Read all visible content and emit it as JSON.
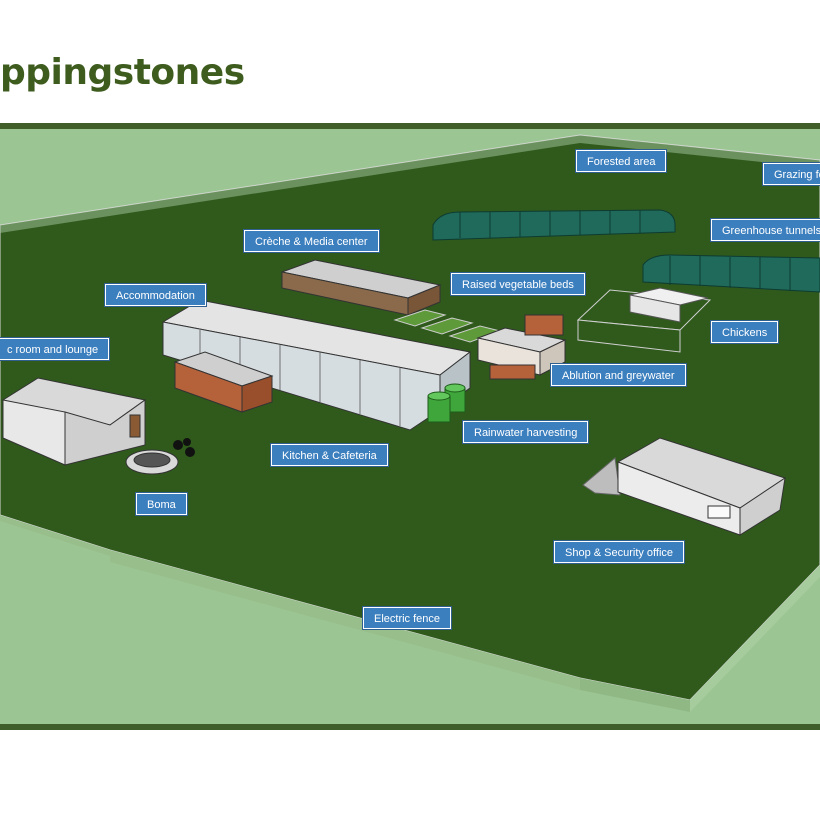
{
  "title": "ppingstones",
  "labels": {
    "forested_area": "Forested area",
    "grazing": "Grazing fo",
    "greenhouse_tunnels": "Greenhouse tunnels",
    "creche": "Crèche & Media center",
    "raised_beds": "Raised vegetable beds",
    "accommodation": "Accommodation",
    "chickens": "Chickens",
    "music_room": "c room and lounge",
    "ablution": "Ablution and greywater",
    "rainwater": "Rainwater harvesting",
    "kitchen": "Kitchen & Cafeteria",
    "boma": "Boma",
    "shop": "Shop & Security office",
    "electric_fence": "Electric fence"
  },
  "colors": {
    "title": "#3d5c1e",
    "frame_bg": "#9bc593",
    "frame_border": "#3f5e2a",
    "ground": "#2f5a1c",
    "label_bg": "#3c7fbe",
    "greenhouse": "#1f6a5a",
    "tank": "#3ea63a"
  }
}
